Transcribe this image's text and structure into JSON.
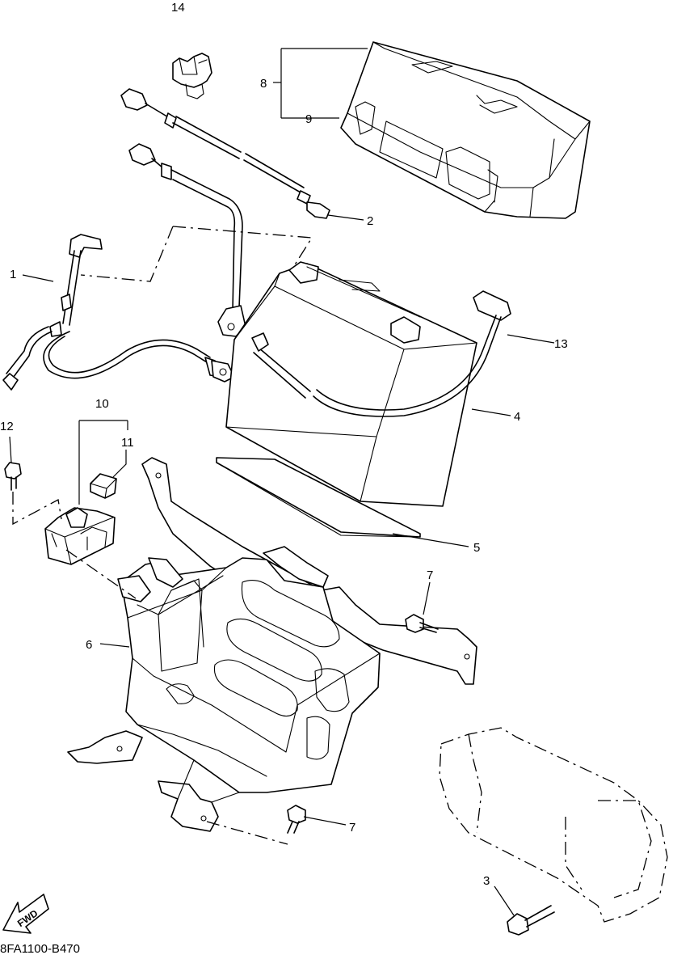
{
  "diagram_code": "8FA1100-B470",
  "direction_label": "FWD",
  "callouts": [
    {
      "id": "c1",
      "text": "1"
    },
    {
      "id": "c2",
      "text": "2"
    },
    {
      "id": "c3",
      "text": "3"
    },
    {
      "id": "c4",
      "text": "4"
    },
    {
      "id": "c5",
      "text": "5"
    },
    {
      "id": "c6",
      "text": "6"
    },
    {
      "id": "c7a",
      "text": "7"
    },
    {
      "id": "c7b",
      "text": "7"
    },
    {
      "id": "c8",
      "text": "8"
    },
    {
      "id": "c9",
      "text": "9"
    },
    {
      "id": "c10",
      "text": "10"
    },
    {
      "id": "c11",
      "text": "11"
    },
    {
      "id": "c12",
      "text": "12"
    },
    {
      "id": "c13",
      "text": "13"
    },
    {
      "id": "c14",
      "text": "14"
    }
  ]
}
